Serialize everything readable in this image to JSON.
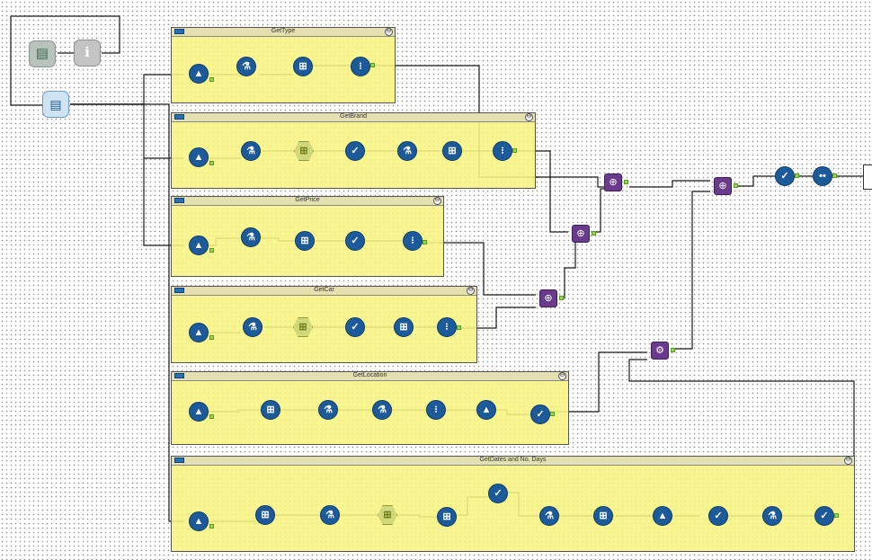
{
  "canvas": {
    "containers": [
      {
        "id": "c1",
        "title": "GetType"
      },
      {
        "id": "c2",
        "title": "GetBrand"
      },
      {
        "id": "c3",
        "title": "GetPrice"
      },
      {
        "id": "c4",
        "title": "GetCar"
      },
      {
        "id": "c5",
        "title": "GetLocation"
      },
      {
        "id": "c6",
        "title": "GetDates and No. Days"
      }
    ],
    "collapse_glyph": "⊖",
    "icons": {
      "formula": "▲",
      "filter": "⚗",
      "select": "⊞",
      "transform": "⁝",
      "check": "✓",
      "union": "⊕",
      "join": "⚙",
      "input": "▤",
      "browse": "ℹ",
      "dots": "••"
    }
  }
}
